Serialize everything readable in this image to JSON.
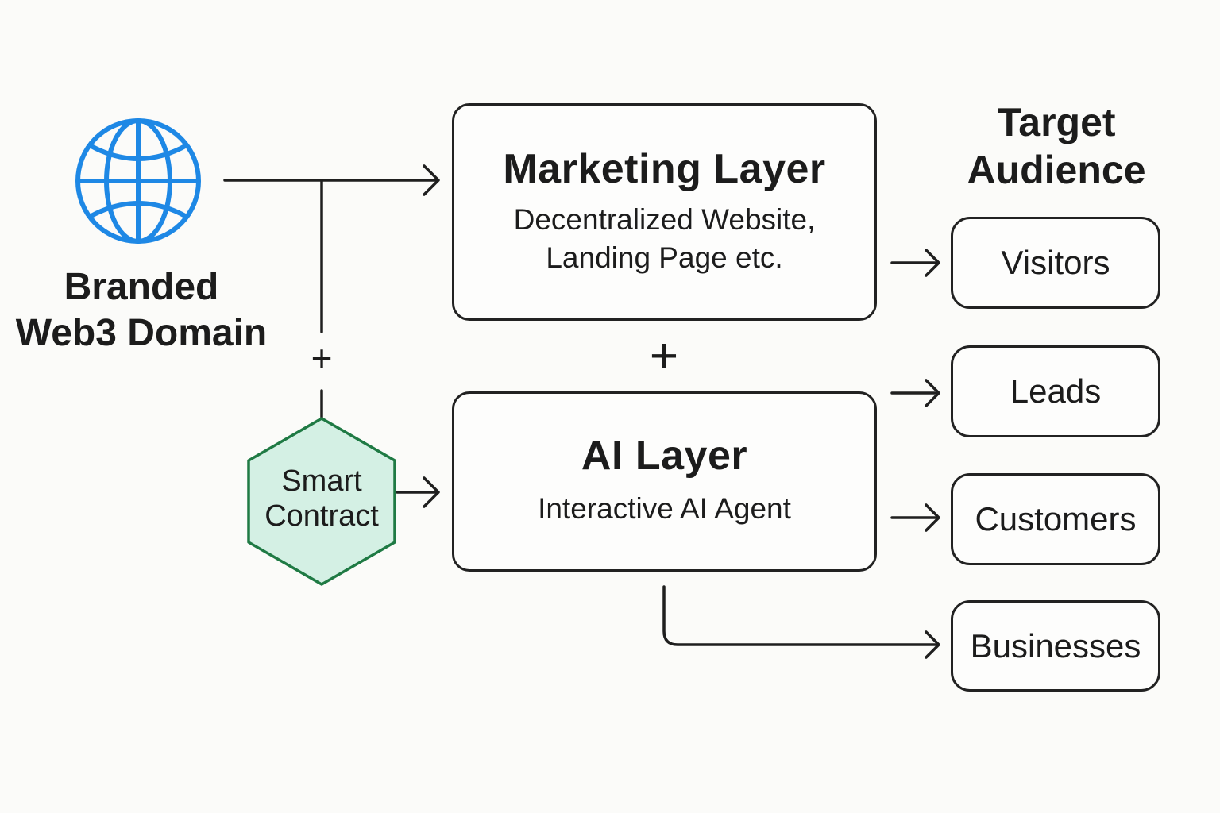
{
  "source": {
    "label_line1": "Branded",
    "label_line2": "Web3 Domain",
    "icon": "globe-icon",
    "icon_color": "#1e88e5"
  },
  "smart_contract": {
    "label_line1": "Smart",
    "label_line2": "Contract",
    "fill_color": "#d4f0e4",
    "stroke_color": "#1f7a44"
  },
  "plus_symbol": "+",
  "layers": {
    "marketing": {
      "title": "Marketing Layer",
      "subtitle_line1": "Decentralized Website,",
      "subtitle_line2": "Landing Page etc."
    },
    "ai": {
      "title": "AI Layer",
      "subtitle": "Interactive AI Agent"
    }
  },
  "audience": {
    "heading_line1": "Target",
    "heading_line2": "Audience",
    "items": [
      {
        "label": "Visitors"
      },
      {
        "label": "Leads"
      },
      {
        "label": "Customers"
      },
      {
        "label": "Businesses"
      }
    ]
  }
}
